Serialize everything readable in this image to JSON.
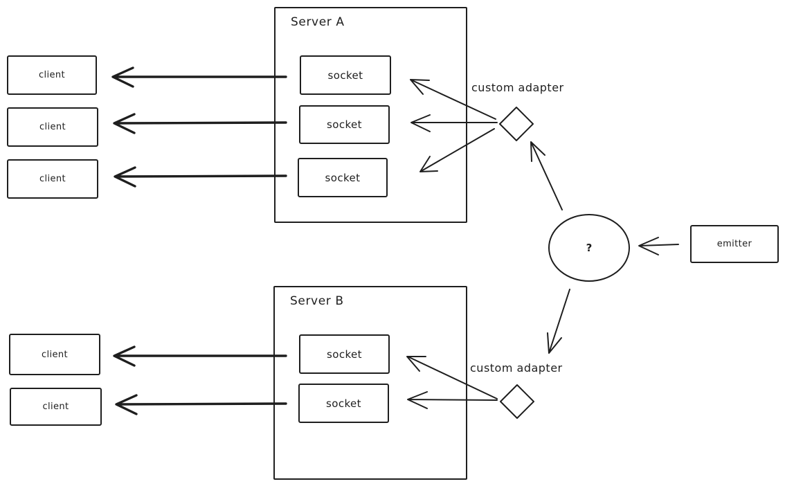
{
  "colors": {
    "stroke": "#1e1e1e",
    "background": "#ffffff"
  },
  "servers": [
    {
      "title": "Server A",
      "sockets": [
        "socket",
        "socket",
        "socket"
      ]
    },
    {
      "title": "Server B",
      "sockets": [
        "socket",
        "socket"
      ]
    }
  ],
  "clients_a": [
    "client",
    "client",
    "client"
  ],
  "clients_b": [
    "client",
    "client"
  ],
  "adapters": [
    {
      "label": "custom adapter"
    },
    {
      "label": "custom adapter"
    }
  ],
  "hub": {
    "label": "?"
  },
  "emitter": {
    "label": "emitter"
  }
}
